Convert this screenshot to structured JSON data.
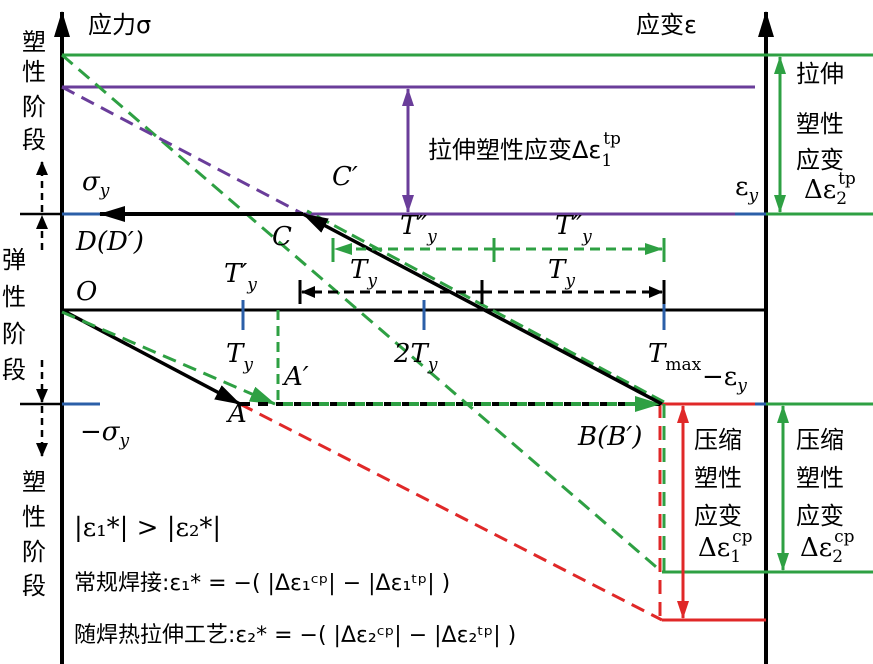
{
  "axes": {
    "stress_label": "应力σ",
    "strain_label": "应变ε"
  },
  "stages": {
    "plastic_top": [
      "塑",
      "性",
      "阶",
      "段"
    ],
    "elastic": [
      "弹",
      "性",
      "阶",
      "段"
    ],
    "plastic_bottom": [
      "塑",
      "性",
      "阶",
      "段"
    ]
  },
  "points": {
    "sigma_y": {
      "main": "σ",
      "sub": "y"
    },
    "neg_sigma_y": {
      "main": "−σ",
      "sub": "y"
    },
    "D": "D(D′)",
    "O": "O",
    "C": "C",
    "C_prime": "C′",
    "A": "A",
    "A_prime": "A′",
    "B": "B(B′)",
    "eps_y": {
      "main": "ε",
      "sub": "y"
    },
    "neg_eps_y": {
      "main": "−ε",
      "sub": "y"
    }
  },
  "temps": {
    "Ty_prime": {
      "main": "T′",
      "sub": "y"
    },
    "Ty": {
      "main": "T",
      "sub": "y"
    },
    "two_Ty": {
      "main": "2T",
      "sub": "y"
    },
    "Tmax": {
      "main": "T",
      "sub": "max"
    },
    "Ty_dprime": {
      "main": "T″",
      "sub": "y"
    }
  },
  "annotations": {
    "tensile_strain_1": {
      "text": "拉伸塑性应变Δε",
      "sub": "1",
      "sup": "tp"
    },
    "tensile_strain_2": {
      "lines": [
        "拉伸",
        "塑性",
        "应变"
      ],
      "math": "Δε",
      "sub": "2",
      "sup": "tp"
    },
    "compress_strain_1": {
      "lines": [
        "压缩",
        "塑性",
        "应变"
      ],
      "math": "Δε",
      "sub": "1",
      "sup": "cp"
    },
    "compress_strain_2": {
      "lines": [
        "压缩",
        "塑性",
        "应变"
      ],
      "math": "Δε",
      "sub": "2",
      "sup": "cp"
    },
    "inequality": "|ε₁*| > |ε₂*|",
    "formula_conventional": "常规焊接:ε₁* = −( |Δε₁ᶜᵖ| − |Δε₁ᵗᵖ| )",
    "formula_tensioning": "随焊热拉伸工艺:ε₂* = −( |Δε₂ᶜᵖ| − |Δε₂ᵗᵖ| )"
  },
  "colors": {
    "green": "#2ea043",
    "purple": "#6a3d9a",
    "red": "#e02828",
    "blue": "#2b5fa8",
    "black": "#000000"
  }
}
